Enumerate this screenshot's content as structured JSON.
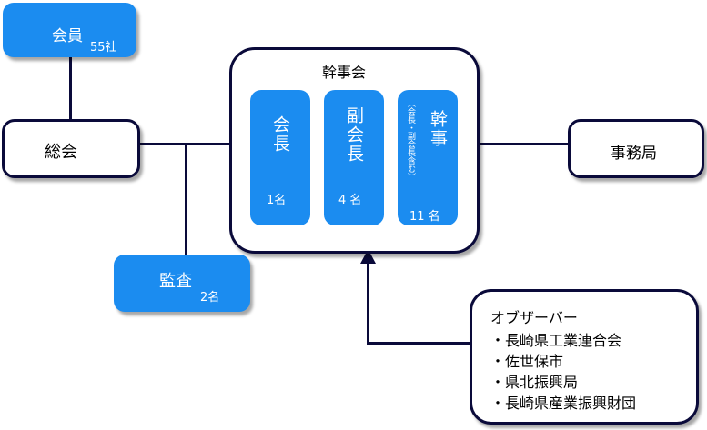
{
  "colors": {
    "blue": "#1b8cf0",
    "navy": "#0a0a3a"
  },
  "members": {
    "label": "会員",
    "count": "55社"
  },
  "general_meeting": {
    "label": "総会"
  },
  "auditor": {
    "label": "監査",
    "count": "2名"
  },
  "board": {
    "title": "幹事会",
    "president": {
      "label": "会長",
      "count": "1名"
    },
    "vice_president": {
      "label": "副会長",
      "count": "4 名"
    },
    "directors": {
      "label": "幹事",
      "note": "（会長・副会長含む）",
      "count": "11 名"
    }
  },
  "secretariat": {
    "label": "事務局"
  },
  "observers": {
    "title": "オブザーバー",
    "items": [
      "・長崎県工業連合会",
      "・佐世保市",
      "・県北振興局",
      "・長崎県産業振興財団"
    ]
  }
}
